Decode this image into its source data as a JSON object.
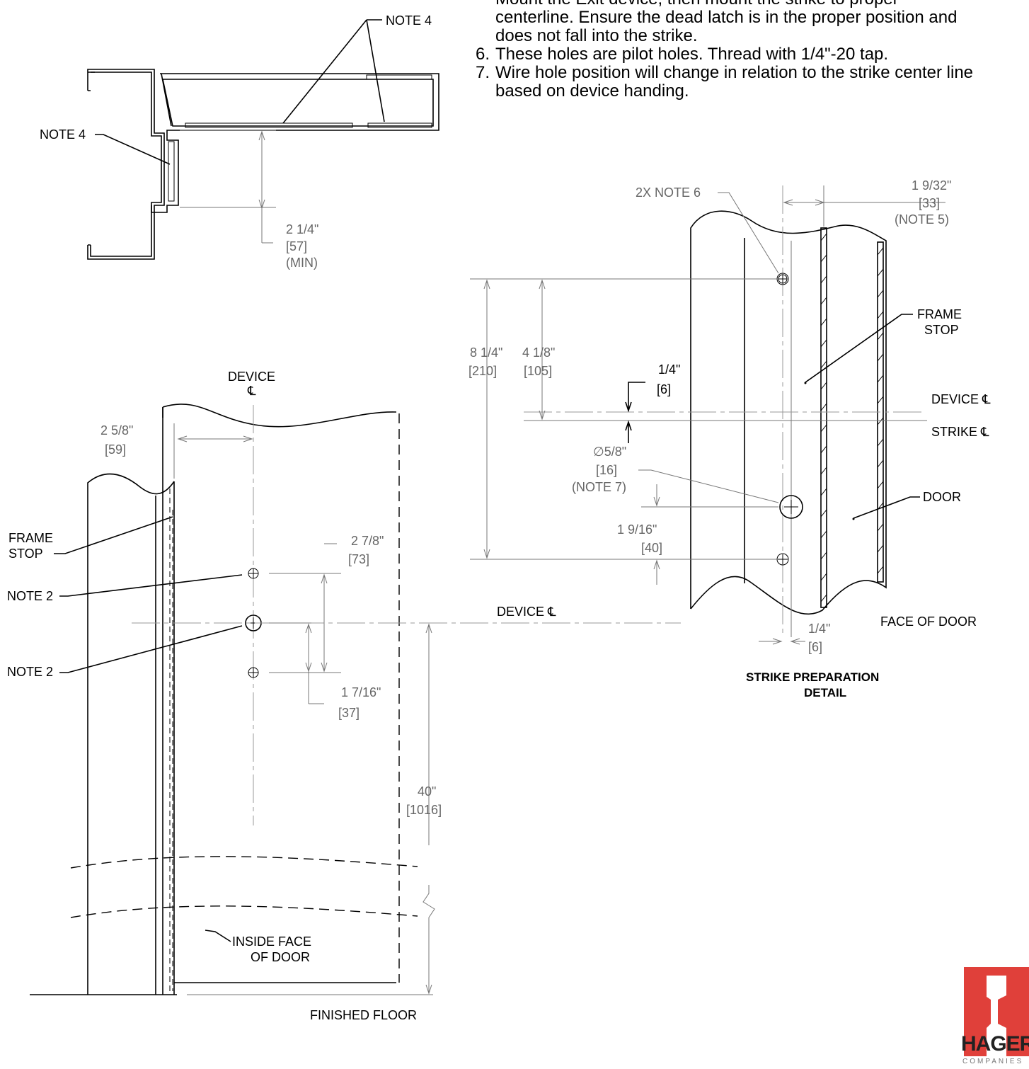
{
  "notes": [
    {
      "num": "",
      "lines": [
        "Mount the Exit device, then mount the strike to proper",
        "centerline. Ensure the dead latch is in the proper position and",
        "does not fall into the strike."
      ]
    },
    {
      "num": "6.",
      "lines": [
        "These holes are pilot holes. Thread with 1/4\"-20 tap."
      ]
    },
    {
      "num": "7.",
      "lines": [
        "Wire hole position will change in relation to the strike center line",
        "based on device handing."
      ]
    }
  ],
  "section": {
    "note4_top": "NOTE 4",
    "note4_left": "NOTE 4",
    "dim_imperial": "2 1/4\"",
    "dim_metric": "57",
    "dim_note": "(MIN)"
  },
  "elevation": {
    "device_label": "DEVICE",
    "cl_symbol": "℄",
    "dim_259_imperial": "2 5/8\"",
    "dim_259_metric": "[59]",
    "frame_stop": [
      "FRAME",
      "STOP"
    ],
    "note2_a": "NOTE 2",
    "note2_b": "NOTE 2",
    "dim_278_imperial": "2 7/8\"",
    "dim_278_metric": "73",
    "dim_1716_imperial": "1 7/16\"",
    "dim_1716_metric": "37",
    "device_cl": "DEVICE",
    "dim_40_imperial": "40\"",
    "dim_40_metric": "1016",
    "inside_face": [
      "INSIDE FACE",
      "OF DOOR"
    ],
    "finished_floor": "FINISHED FLOOR"
  },
  "strike": {
    "note6": "2X NOTE 6",
    "dim_1932_imperial": "1 9/32\"",
    "dim_1932_metric": "[33]",
    "dim_1932_note": "(NOTE 5)",
    "dim_814_imperial": "8 1/4\"",
    "dim_814_metric": "210",
    "dim_418_imperial": "4 1/8\"",
    "dim_418_metric": "105",
    "dim_14_imperial": "1/4\"",
    "dim_14_metric": "6",
    "frame_stop": [
      "FRAME",
      "STOP"
    ],
    "device_cl": "DEVICE",
    "strike_cl": "STRIKE",
    "dia_imperial": "5/8\"",
    "dia_metric": "[16]",
    "dia_note": "(NOTE 7)",
    "door": "DOOR",
    "dim_1916_imperial": "1 9/16\"",
    "dim_1916_metric": "[40]",
    "face_of_door": "FACE OF DOOR",
    "dim_14b_imperial": "1/4\"",
    "dim_14b_metric": "6",
    "title": [
      "STRIKE PREPARATION",
      "DETAIL"
    ]
  },
  "logo": {
    "word": "HAGER",
    "sub": "COMPANIES",
    "colors": {
      "red": "#e0403a",
      "dark": "#222222"
    }
  }
}
